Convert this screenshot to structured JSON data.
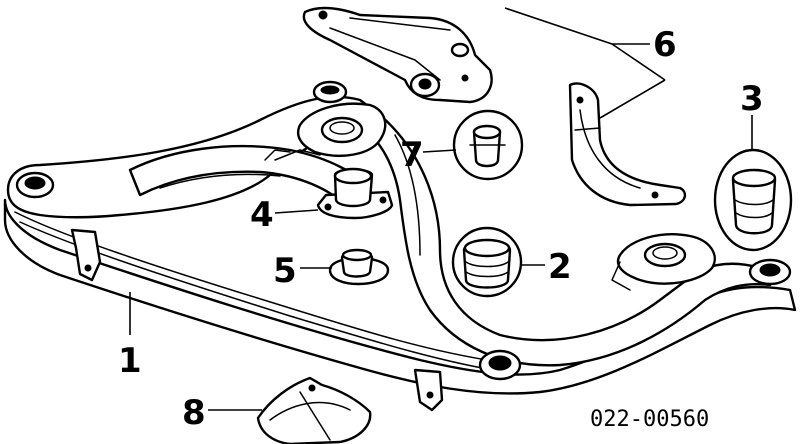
{
  "diagram": {
    "callouts": [
      {
        "id": "1",
        "label": "1"
      },
      {
        "id": "2",
        "label": "2"
      },
      {
        "id": "3",
        "label": "3"
      },
      {
        "id": "4",
        "label": "4"
      },
      {
        "id": "5",
        "label": "5"
      },
      {
        "id": "6",
        "label": "6"
      },
      {
        "id": "7",
        "label": "7"
      },
      {
        "id": "8",
        "label": "8"
      }
    ],
    "part_number": "022-00560"
  }
}
